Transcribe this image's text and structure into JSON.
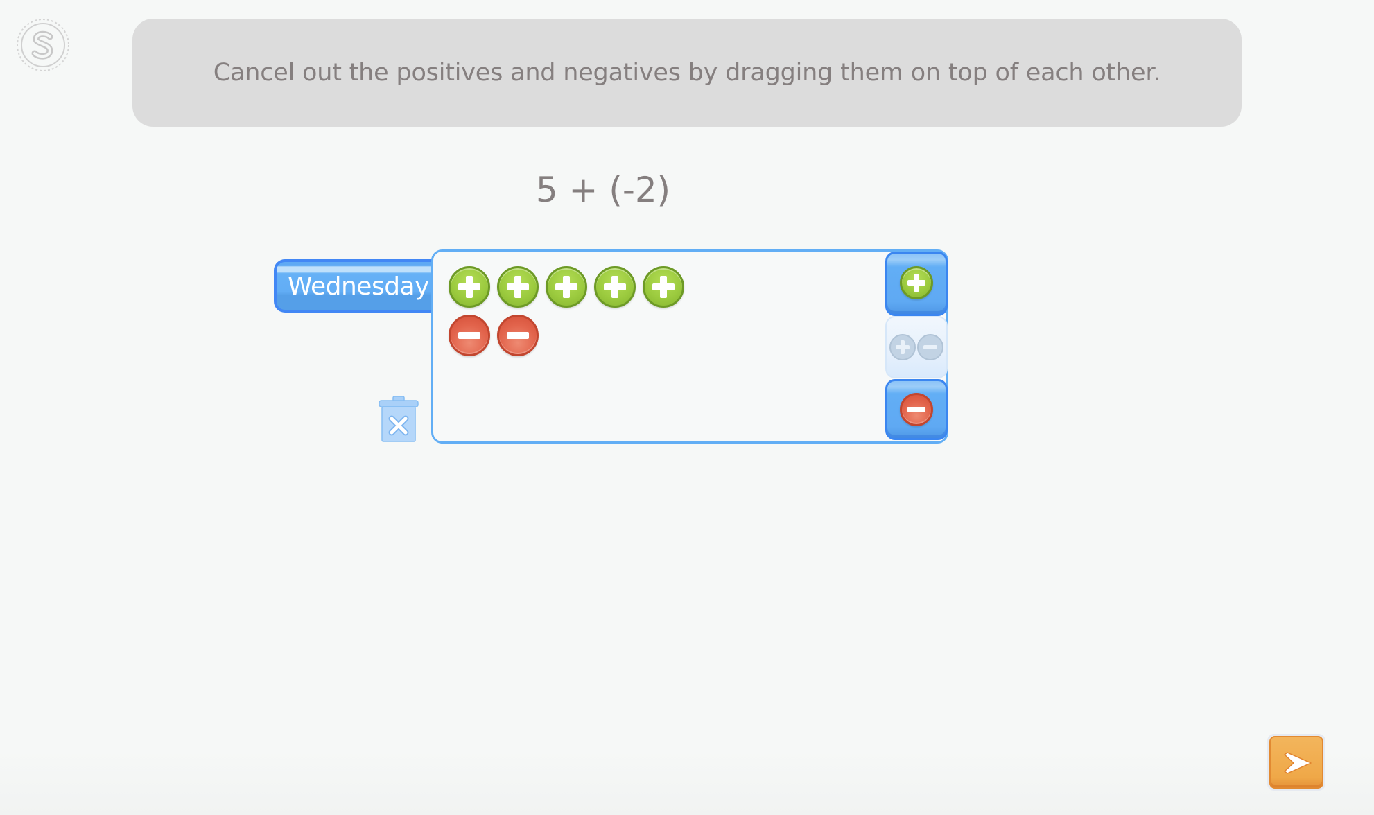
{
  "logo": {
    "letter": "S",
    "icon": "s-badge-logo-icon"
  },
  "instruction": {
    "text": "Cancel out the positives and negatives by dragging them on top of each other."
  },
  "equation": {
    "text": "5 + (-2)"
  },
  "day_tab": {
    "label": "Wednesday"
  },
  "workspace": {
    "positive_chips": [
      {
        "sign": "+",
        "icon": "plus-circle-icon"
      },
      {
        "sign": "+",
        "icon": "plus-circle-icon"
      },
      {
        "sign": "+",
        "icon": "plus-circle-icon"
      },
      {
        "sign": "+",
        "icon": "plus-circle-icon"
      },
      {
        "sign": "+",
        "icon": "plus-circle-icon"
      }
    ],
    "negative_chips": [
      {
        "sign": "-",
        "icon": "minus-circle-icon"
      },
      {
        "sign": "-",
        "icon": "minus-circle-icon"
      }
    ],
    "positive_count": 5,
    "negative_count": 2
  },
  "side_buttons": {
    "add_positive": {
      "icon": "plus-circle-icon",
      "state": "enabled"
    },
    "add_zero_pair": {
      "icon": "zero-pair-icon",
      "state": "disabled"
    },
    "add_negative": {
      "icon": "minus-circle-icon",
      "state": "enabled"
    }
  },
  "trash": {
    "icon": "trash-icon"
  },
  "next_button": {
    "icon": "arrow-right-icon"
  },
  "colors": {
    "background": "#f6f8f7",
    "banner": "#dcdcdc",
    "text": "#857f7f",
    "accent_blue": "#62aef5",
    "accent_blue_border": "#3b86f0",
    "positive_green": "#9ccb3f",
    "negative_red": "#e2644c",
    "next_orange": "#efa848"
  }
}
